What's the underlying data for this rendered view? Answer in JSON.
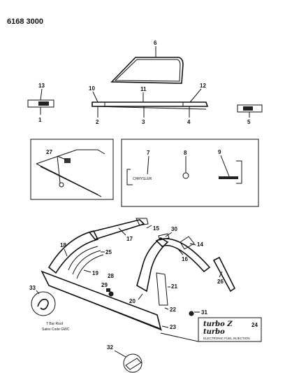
{
  "header": {
    "code": "6168 3000"
  },
  "callouts": [
    "1",
    "2",
    "3",
    "4",
    "5",
    "6",
    "7",
    "8",
    "9",
    "10",
    "11",
    "12",
    "13",
    "14",
    "15",
    "16",
    "17",
    "18",
    "19",
    "20",
    "21",
    "22",
    "23",
    "24",
    "25",
    "26",
    "27",
    "28",
    "29",
    "30",
    "31",
    "32",
    "33"
  ],
  "emblem_text": "CHRYSLER",
  "note": {
    "line1": "T Bar Roof",
    "line2": "Sales Code GWC"
  },
  "decal": {
    "line1": "turbo Z",
    "line2": "turbo",
    "line3": "ELECTRONIC FUEL INJECTION"
  }
}
